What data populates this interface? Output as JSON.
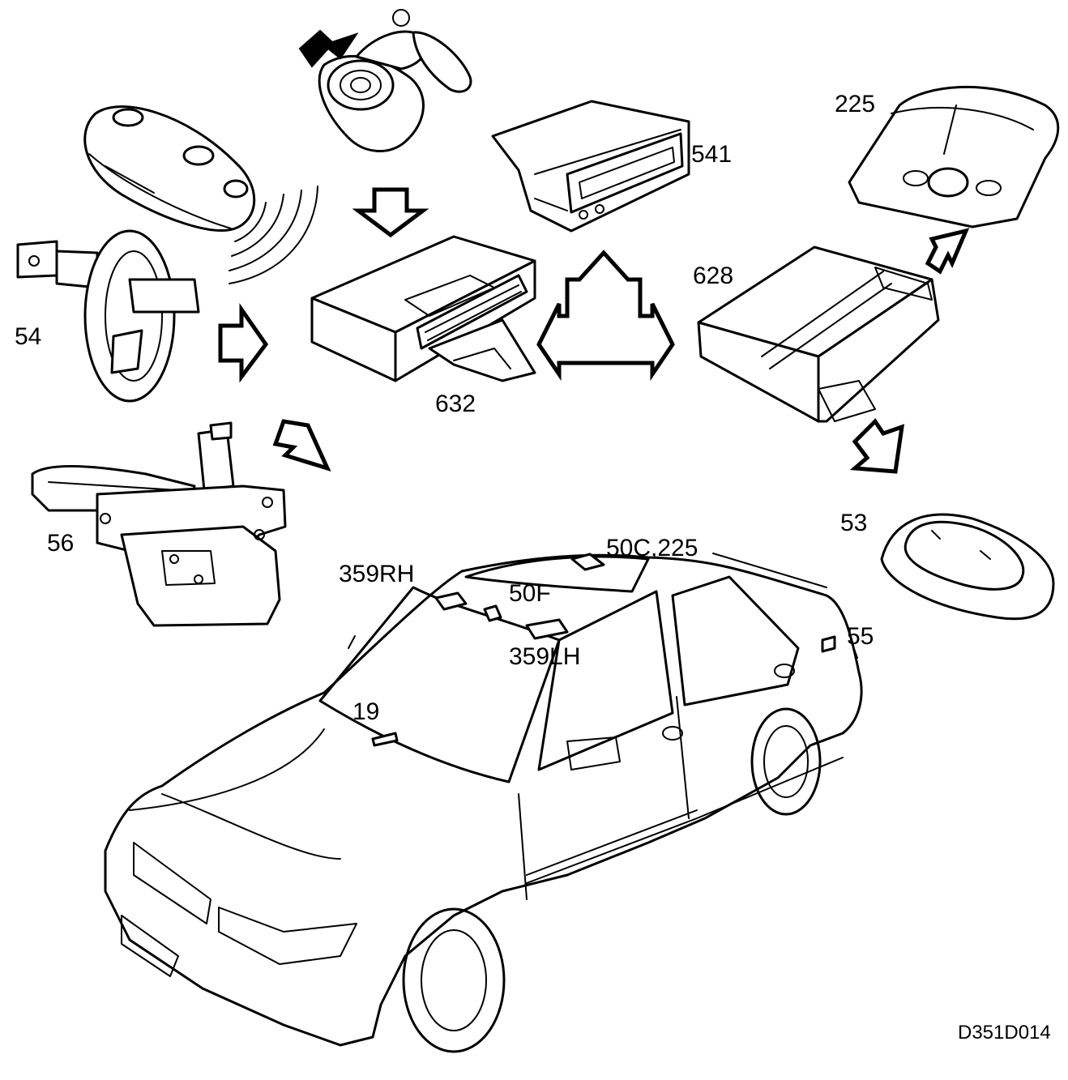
{
  "diagram": {
    "reference_code": "D351D014",
    "labels": {
      "l54": "54",
      "l56": "56",
      "l632": "632",
      "l541": "541",
      "l225_top": "225",
      "l628": "628",
      "l53": "53",
      "l50c225": "50C,225",
      "l359rh": "359RH",
      "l50f": "50F",
      "l359lh": "359LH",
      "l55": "55",
      "l19": "19"
    }
  }
}
